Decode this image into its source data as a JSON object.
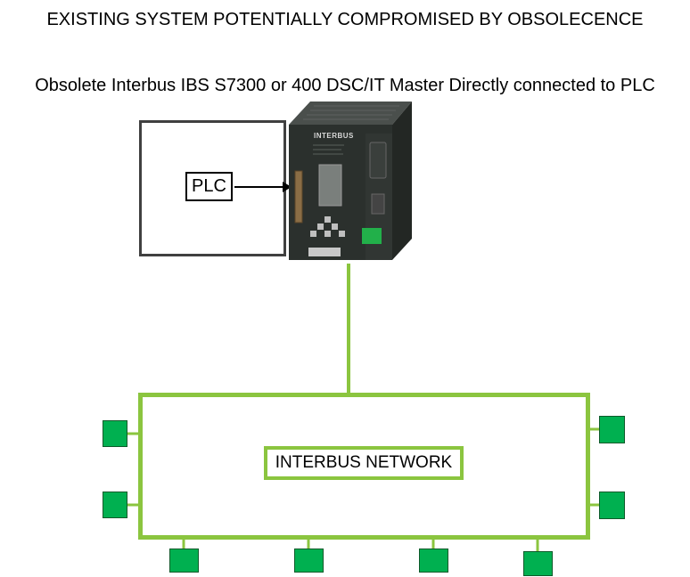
{
  "title": "EXISTING SYSTEM POTENTIALLY COMPROMISED BY OBSOLECENCE",
  "subtitle": "Obsolete Interbus IBS S7300 or 400 DSC/IT Master Directly connected to PLC",
  "plc": {
    "label": "PLC"
  },
  "network": {
    "label": "INTERBUS NETWORK"
  },
  "device": {
    "brand": "INTERBUS"
  },
  "colors": {
    "network_line": "#8bc53f",
    "node_fill": "#00b050",
    "device_body": "#2b302d"
  },
  "icons": {
    "device": "interbus-master-module-image",
    "nodes": "network-node-square"
  }
}
